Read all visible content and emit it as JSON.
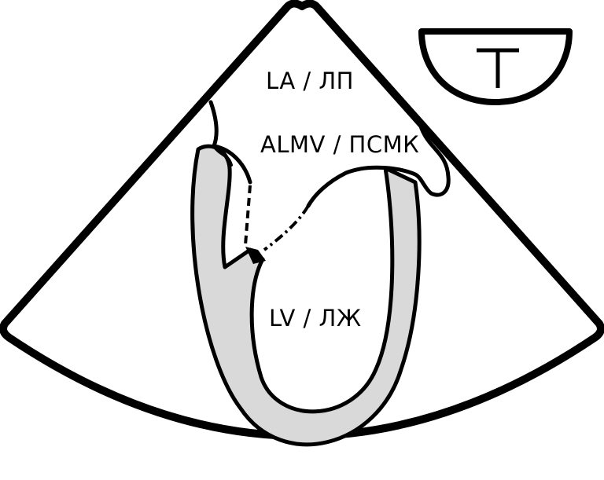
{
  "labels": {
    "left_atrium": "LA / ЛП",
    "anterior_leaflet": "ALMV / ПСМК",
    "left_ventricle": "LV / ЛЖ"
  },
  "colors": {
    "outline": "#000000",
    "myocardium": "#d9d9d9",
    "background": "#ffffff"
  },
  "icons": {
    "orientation_marker": "transducer-orientation-icon"
  }
}
